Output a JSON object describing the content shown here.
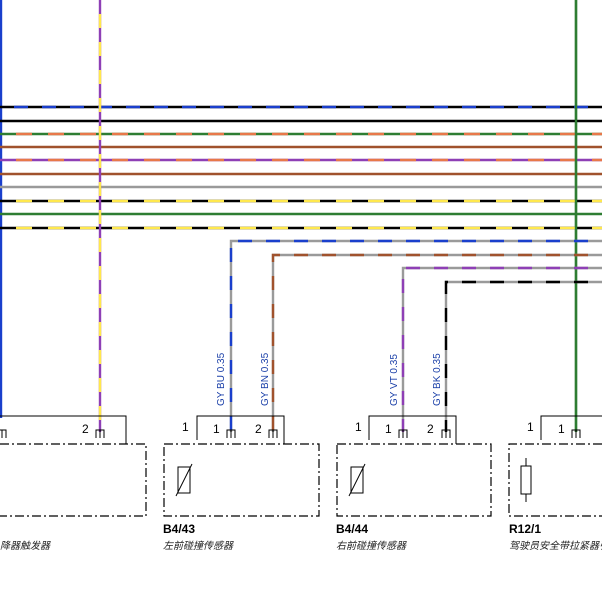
{
  "colors": {
    "blue": "#1a3fcc",
    "black": "#000000",
    "green": "#2e7d32",
    "orange": "#e8784a",
    "brown": "#a0522d",
    "violet": "#8e3fb5",
    "yellow": "#ffe84d",
    "grey": "#9a9a9a",
    "white": "#ffffff"
  },
  "wire_labels": {
    "w1": "GY BU 0.35",
    "w2": "GY BN 0.35",
    "w3": "GY VT 0.35",
    "w4": "GY BK 0.35"
  },
  "components": {
    "left": {
      "pin": "2",
      "name": "降器触发器"
    },
    "b443": {
      "code": "B4/43",
      "name": "左前碰撞传感器",
      "pin_outer": "1",
      "pin_a": "1",
      "pin_b": "2"
    },
    "b444": {
      "code": "B4/44",
      "name": "右前碰撞传感器",
      "pin_outer": "1",
      "pin_a": "1",
      "pin_b": "2"
    },
    "r121": {
      "code": "R12/1",
      "name": "驾驶员安全带拉紧器引",
      "pin_outer": "1",
      "pin_a": "1"
    }
  }
}
